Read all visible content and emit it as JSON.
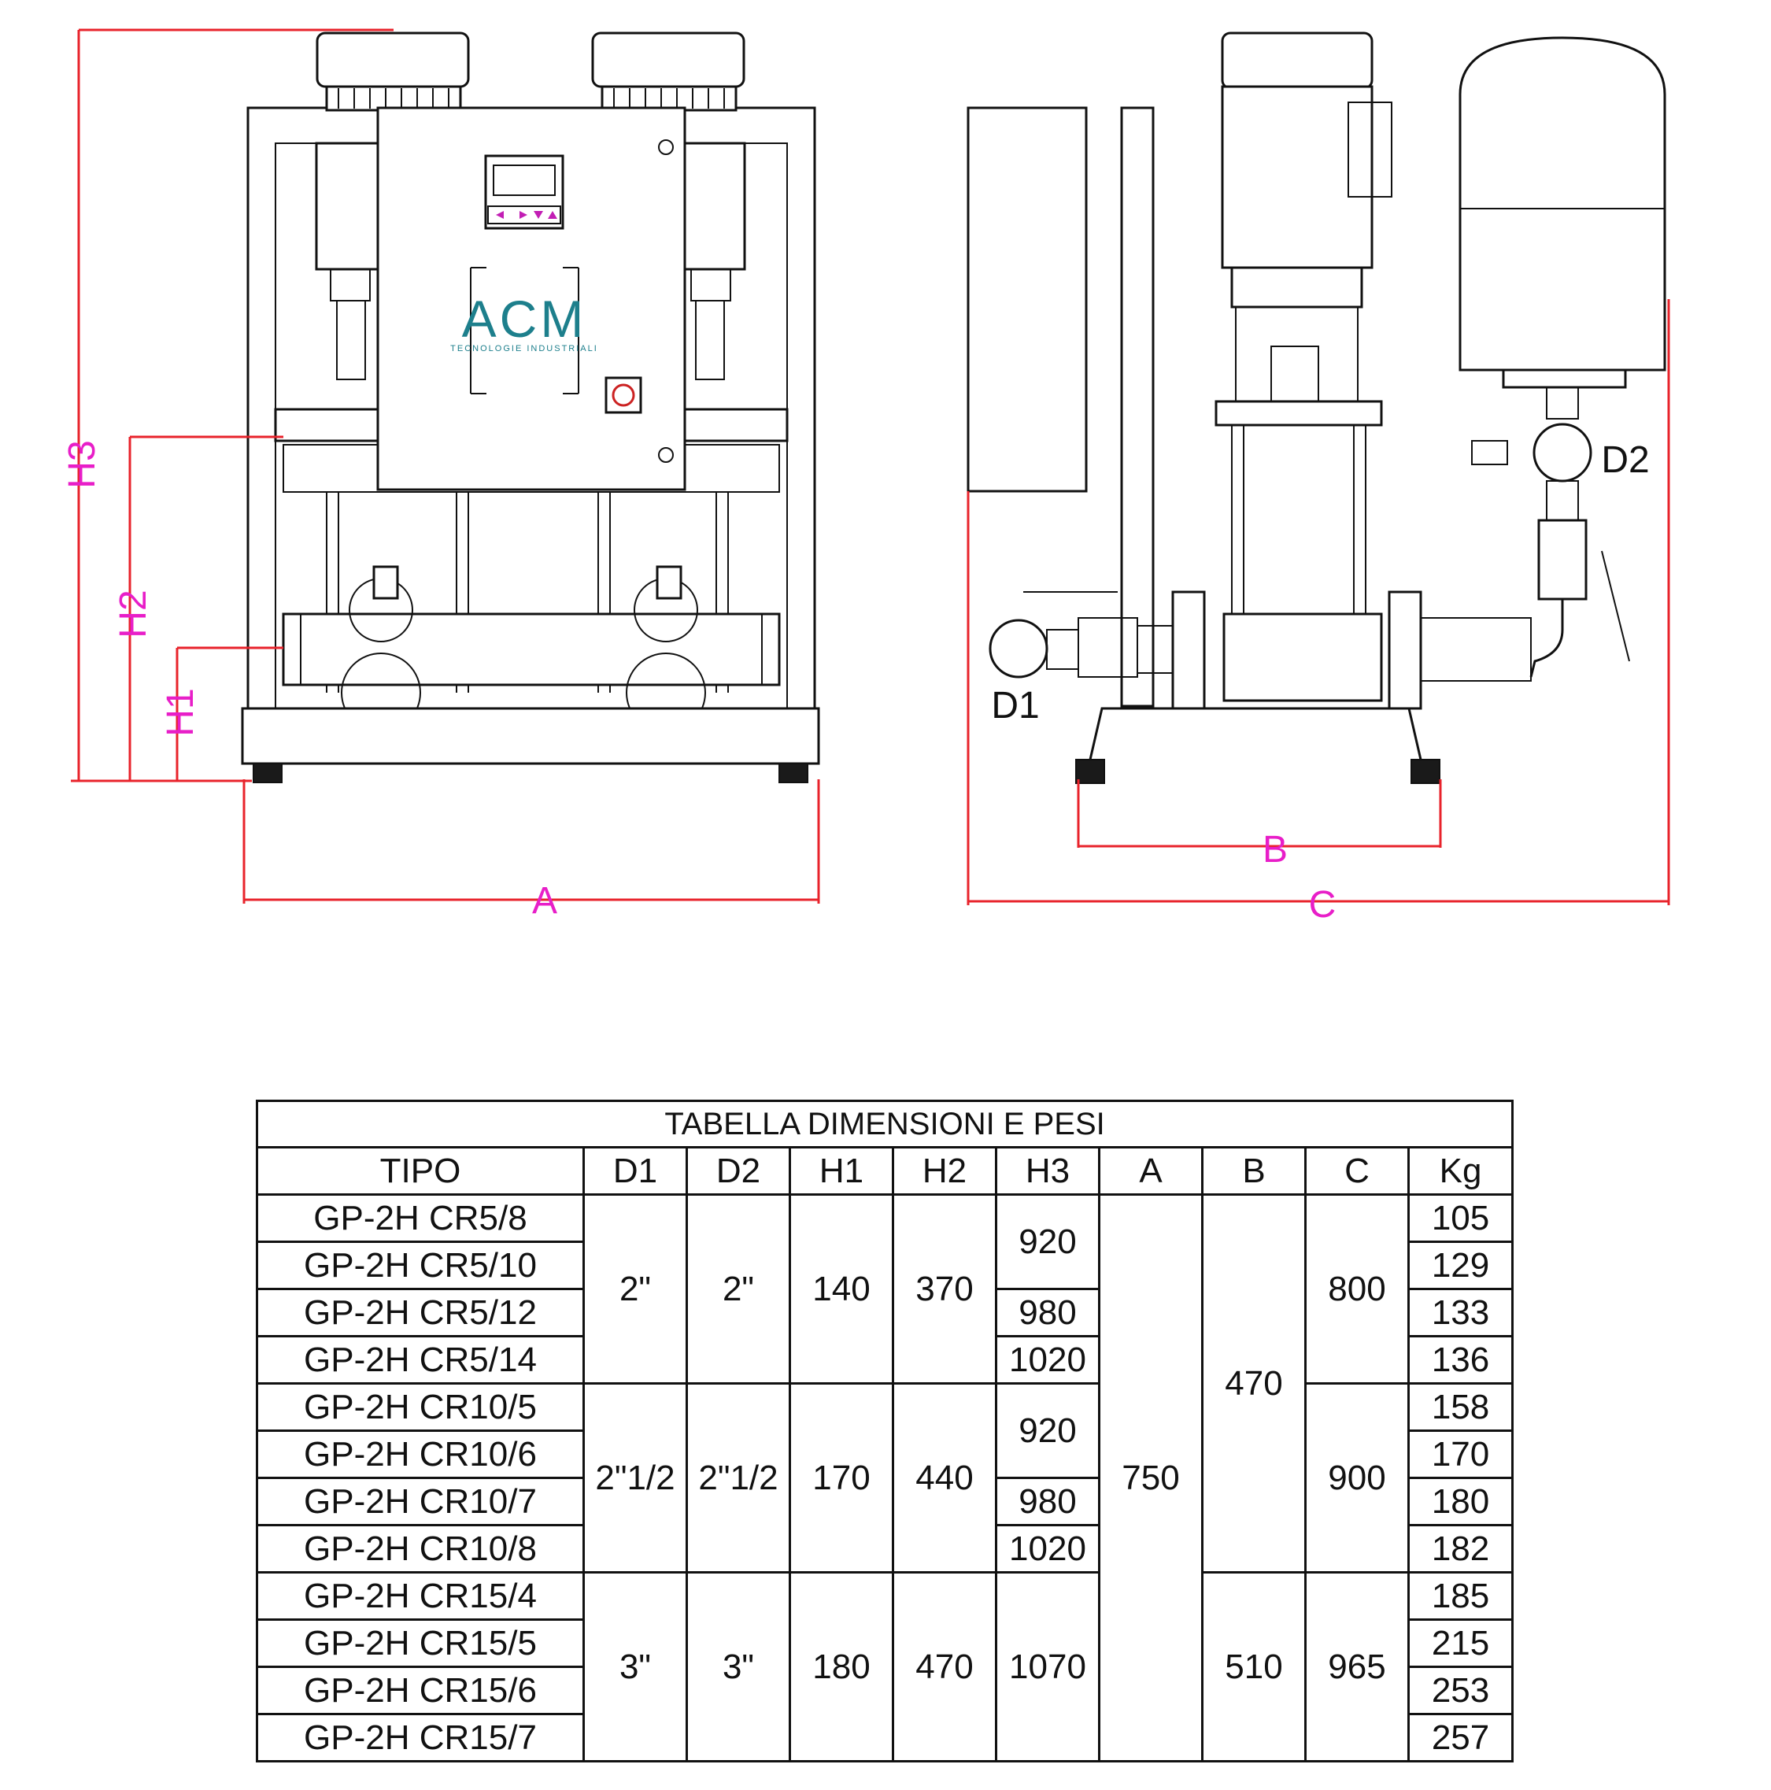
{
  "drawing": {
    "dimension_labels": {
      "A": "A",
      "B": "B",
      "C": "C",
      "H1": "H1",
      "H2": "H2",
      "H3": "H3",
      "D1": "D1",
      "D2": "D2"
    },
    "logo": {
      "text": "ACM",
      "subtitle": "TECNOLOGIE INDUSTRIALI",
      "color": "#1d7f8c"
    },
    "colors": {
      "dimension_line": "#e8232b",
      "dimension_label": "#e81ec8"
    }
  },
  "table": {
    "title": "TABELLA DIMENSIONI E PESI",
    "headers": [
      "TIPO",
      "D1",
      "D2",
      "H1",
      "H2",
      "H3",
      "A",
      "B",
      "C",
      "Kg"
    ],
    "rows": [
      {
        "tipo": "GP-2H CR5/8",
        "kg": "105"
      },
      {
        "tipo": "GP-2H CR5/10",
        "kg": "129"
      },
      {
        "tipo": "GP-2H CR5/12",
        "kg": "133"
      },
      {
        "tipo": "GP-2H CR5/14",
        "kg": "136"
      },
      {
        "tipo": "GP-2H CR10/5",
        "kg": "158"
      },
      {
        "tipo": "GP-2H CR10/6",
        "kg": "170"
      },
      {
        "tipo": "GP-2H CR10/7",
        "kg": "180"
      },
      {
        "tipo": "GP-2H CR10/8",
        "kg": "182"
      },
      {
        "tipo": "GP-2H CR15/4",
        "kg": "185"
      },
      {
        "tipo": "GP-2H CR15/5",
        "kg": "215"
      },
      {
        "tipo": "GP-2H CR15/6",
        "kg": "253"
      },
      {
        "tipo": "GP-2H CR15/7",
        "kg": "257"
      }
    ],
    "groups": {
      "cr5": {
        "d1": "2\"",
        "d2": "2\"",
        "h1": "140",
        "h2": "370",
        "c": "800"
      },
      "cr10": {
        "d1": "2\"1/2",
        "d2": "2\"1/2",
        "h1": "170",
        "h2": "440",
        "c": "900"
      },
      "cr15": {
        "d1": "3\"",
        "d2": "3\"",
        "h1": "180",
        "h2": "470",
        "c": "965",
        "h3": "1070",
        "b": "510"
      }
    },
    "h3": {
      "a": "920",
      "b": "980",
      "c": "1020"
    },
    "a_all": "750",
    "b_cr5_cr10": "470"
  }
}
